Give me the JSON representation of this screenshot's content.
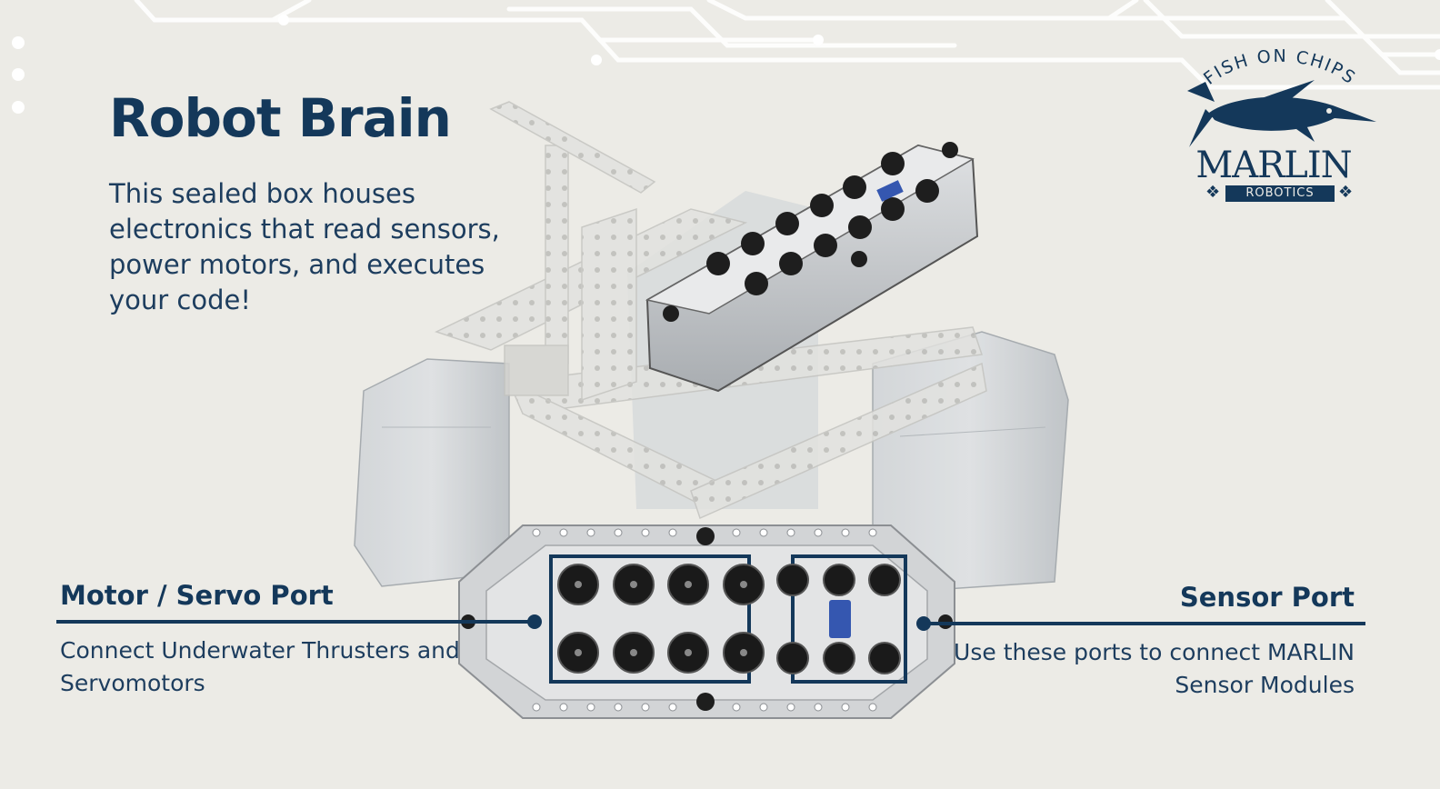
{
  "slide": {
    "title": "Robot Brain",
    "intro_text": "This sealed box houses electronics that read sensors, power motors, and executes your code!"
  },
  "motor_port": {
    "heading": "Motor / Servo Port",
    "description": "Connect Underwater Thrusters and Servomotors"
  },
  "sensor_port": {
    "heading": "Sensor Port",
    "description": "Use these ports to connect MARLIN Sensor Modules"
  },
  "logo": {
    "arc_text": "FISH ON CHIPS",
    "wordmark": "MARLIN",
    "subtitle": "ROBOTICS",
    "icon": "marlin-fish-icon"
  },
  "colors": {
    "background": "#ecebe6",
    "navy": "#14385a",
    "text": "#1d3d5e",
    "frame_gray": "#d9d9d6",
    "box_silver": "#cfd1d3"
  },
  "icons": {
    "deco_left": "❖",
    "deco_right": "❖"
  }
}
